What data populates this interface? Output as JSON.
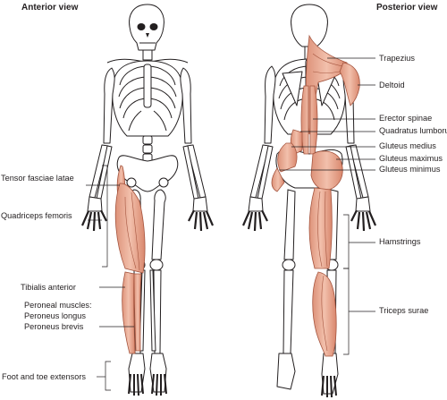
{
  "anterior": {
    "title": "Anterior view",
    "labels": [
      {
        "text": "Tensor fasciae latae"
      },
      {
        "text": "Quadriceps femoris"
      },
      {
        "text": "Tibialis anterior"
      },
      {
        "text": "Peroneal muscles:"
      },
      {
        "text": "Peroneus longus"
      },
      {
        "text": "Peroneus brevis"
      },
      {
        "text": "Foot and toe extensors"
      }
    ]
  },
  "posterior": {
    "title": "Posterior view",
    "labels": [
      {
        "text": "Trapezius"
      },
      {
        "text": "Deltoid"
      },
      {
        "text": "Erector spinae"
      },
      {
        "text": "Quadratus lumborum"
      },
      {
        "text": "Gluteus medius"
      },
      {
        "text": "Gluteus maximus"
      },
      {
        "text": "Gluteus minimus"
      },
      {
        "text": "Hamstrings"
      },
      {
        "text": "Triceps surae"
      }
    ]
  },
  "colors": {
    "muscle": "#e9ab95",
    "muscle_line": "#a5553f",
    "bone": "#ffffff",
    "outline": "#231f20"
  }
}
